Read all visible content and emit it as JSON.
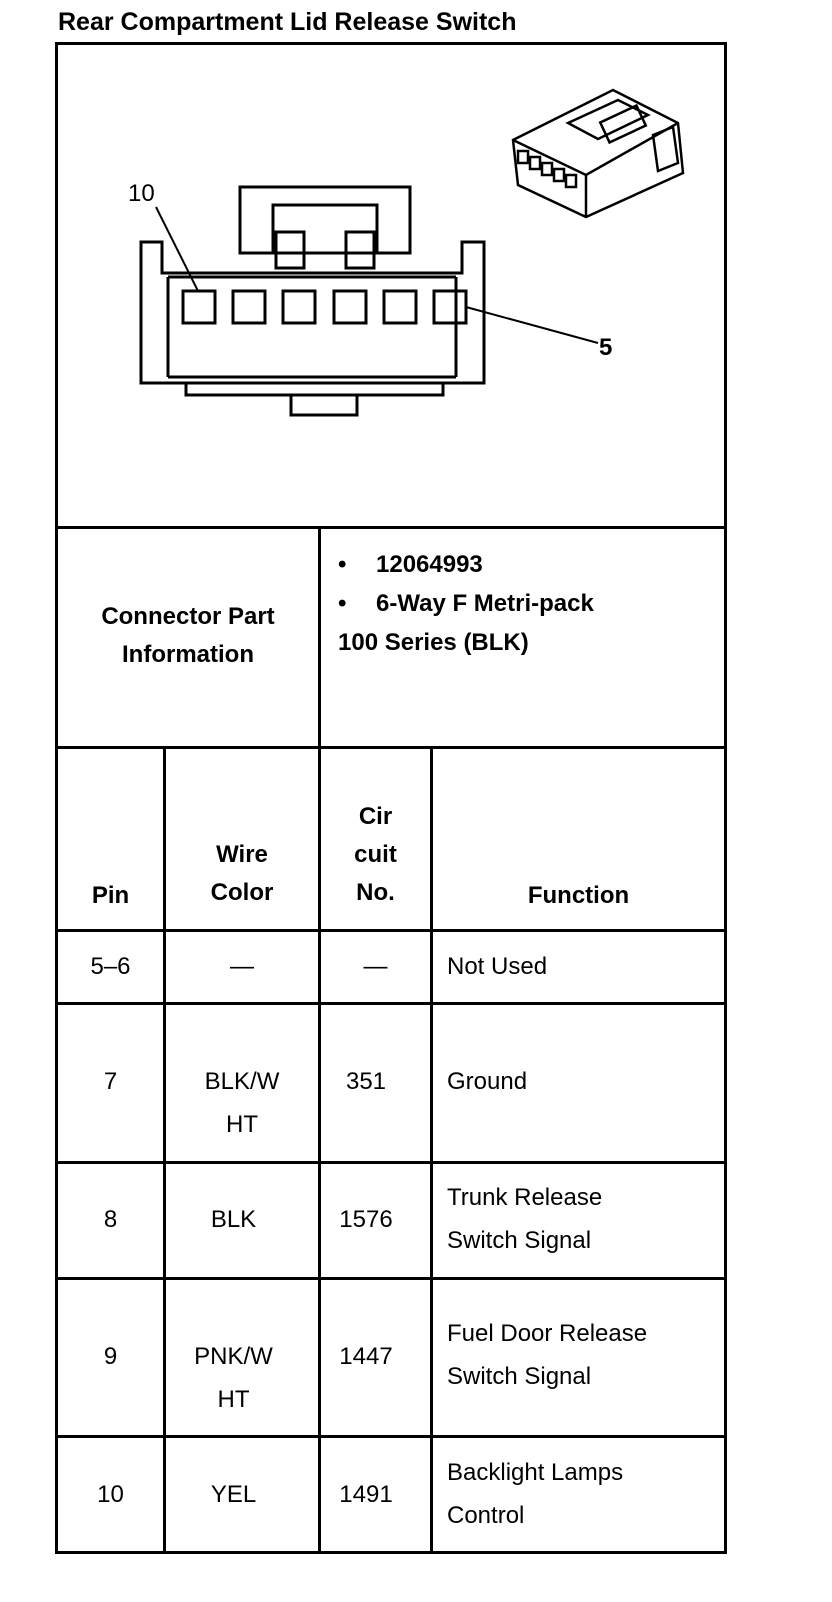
{
  "title": "Rear Compartment Lid Release Switch",
  "diagram": {
    "label_pin_10": "10",
    "label_pin_5": "5",
    "connector_icon": "connector-6-way-icon"
  },
  "connector_info": {
    "label_line1": "Connector Part",
    "label_line2": "Information",
    "bullet": "•",
    "part_number": "12064993",
    "description_line1": "6-Way F Metri-pack",
    "description_line2": "100 Series (BLK)"
  },
  "table": {
    "headers": {
      "pin": "Pin",
      "wire_color_1": "Wire",
      "wire_color_2": "Color",
      "circuit_1": "Cir",
      "circuit_2": "cuit",
      "circuit_3": "No.",
      "function": "Function"
    },
    "rows": [
      {
        "pin": "5–6",
        "wire_1": "—",
        "wire_2": "",
        "circuit": "—",
        "function_1": "Not Used",
        "function_2": ""
      },
      {
        "pin": "7",
        "wire_1": "BLK/W",
        "wire_2": "HT",
        "circuit": "351",
        "function_1": "Ground",
        "function_2": ""
      },
      {
        "pin": "8",
        "wire_1": "BLK",
        "wire_2": "",
        "circuit": "1576",
        "function_1": "Trunk Release",
        "function_2": "Switch Signal"
      },
      {
        "pin": "9",
        "wire_1": "PNK/W",
        "wire_2": "HT",
        "circuit": "1447",
        "function_1": "Fuel Door Release",
        "function_2": "Switch Signal"
      },
      {
        "pin": "10",
        "wire_1": "YEL",
        "wire_2": "",
        "circuit": "1491",
        "function_1": "Backlight Lamps",
        "function_2": "Control"
      }
    ]
  }
}
